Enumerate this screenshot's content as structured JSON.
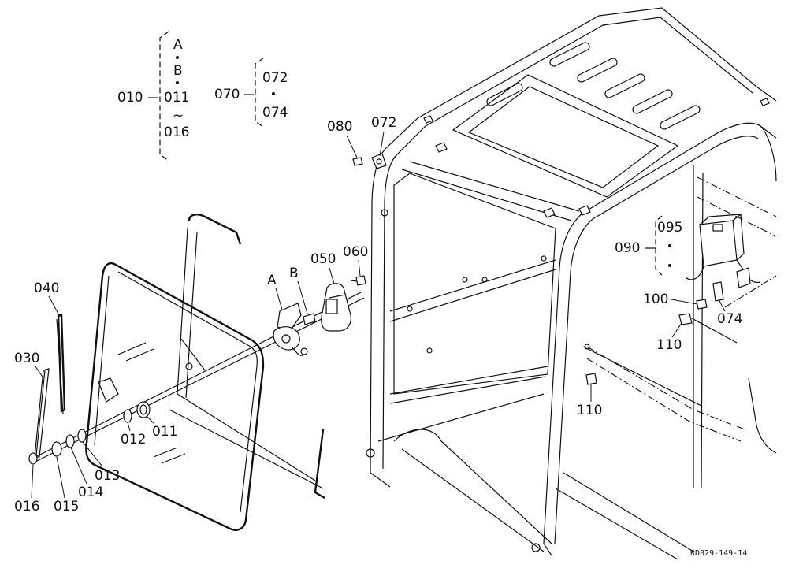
{
  "drawing_ref": "RD829-149-14",
  "groups": {
    "g010": {
      "main": "010",
      "members": [
        "A",
        "B",
        "011",
        "016"
      ],
      "range_mark": "~"
    },
    "g070": {
      "main": "070",
      "members": [
        "072",
        "074"
      ]
    },
    "g090": {
      "main": "090",
      "members": [
        "095"
      ]
    }
  },
  "callouts": {
    "c040": "040",
    "c030": "030",
    "c016": "016",
    "c015": "015",
    "c014": "014",
    "c013": "013",
    "c012": "012",
    "c011": "011",
    "cA": "A",
    "cB": "B",
    "c050": "050",
    "c060": "060",
    "c080": "080",
    "c072": "072",
    "c100": "100",
    "c074": "074",
    "c110a": "110",
    "c110b": "110"
  }
}
